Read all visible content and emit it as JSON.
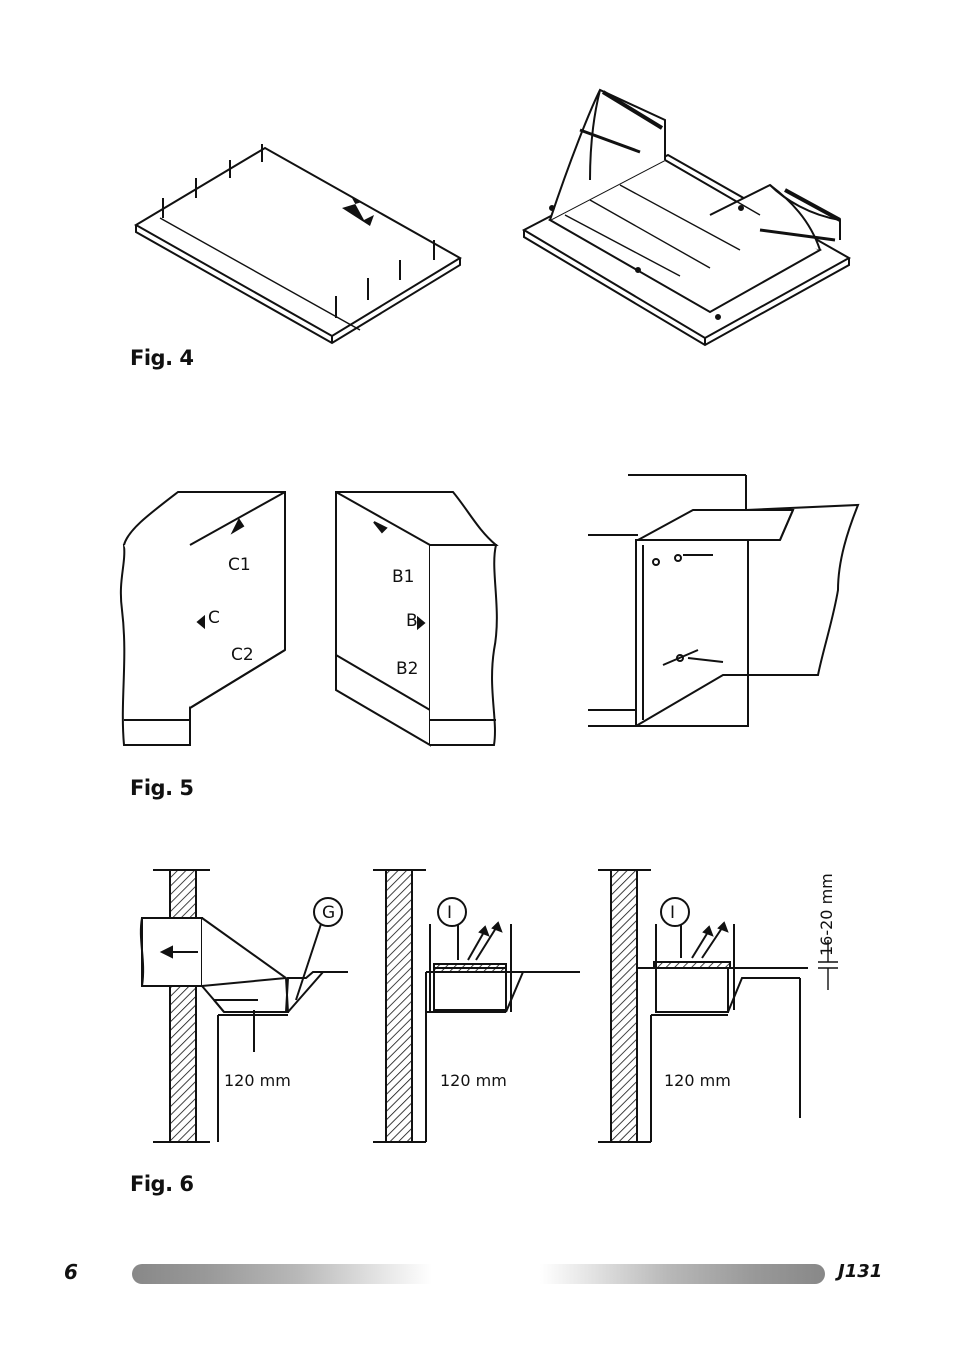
{
  "figures": {
    "fig4": {
      "caption": "Fig. 4"
    },
    "fig5": {
      "caption": "Fig. 5",
      "labels": {
        "c1": "C1",
        "c": "C",
        "c2": "C2",
        "b1": "B1",
        "b": "B",
        "b2": "B2"
      }
    },
    "fig6": {
      "caption": "Fig. 6",
      "labels": {
        "g": "G",
        "i_middle": "I",
        "i_right": "I",
        "dim_left": "120 mm",
        "dim_middle": "120 mm",
        "dim_right": "120 mm",
        "gap": "16-20 mm"
      }
    }
  },
  "footer": {
    "page_number": "6",
    "model_code": "J131"
  }
}
